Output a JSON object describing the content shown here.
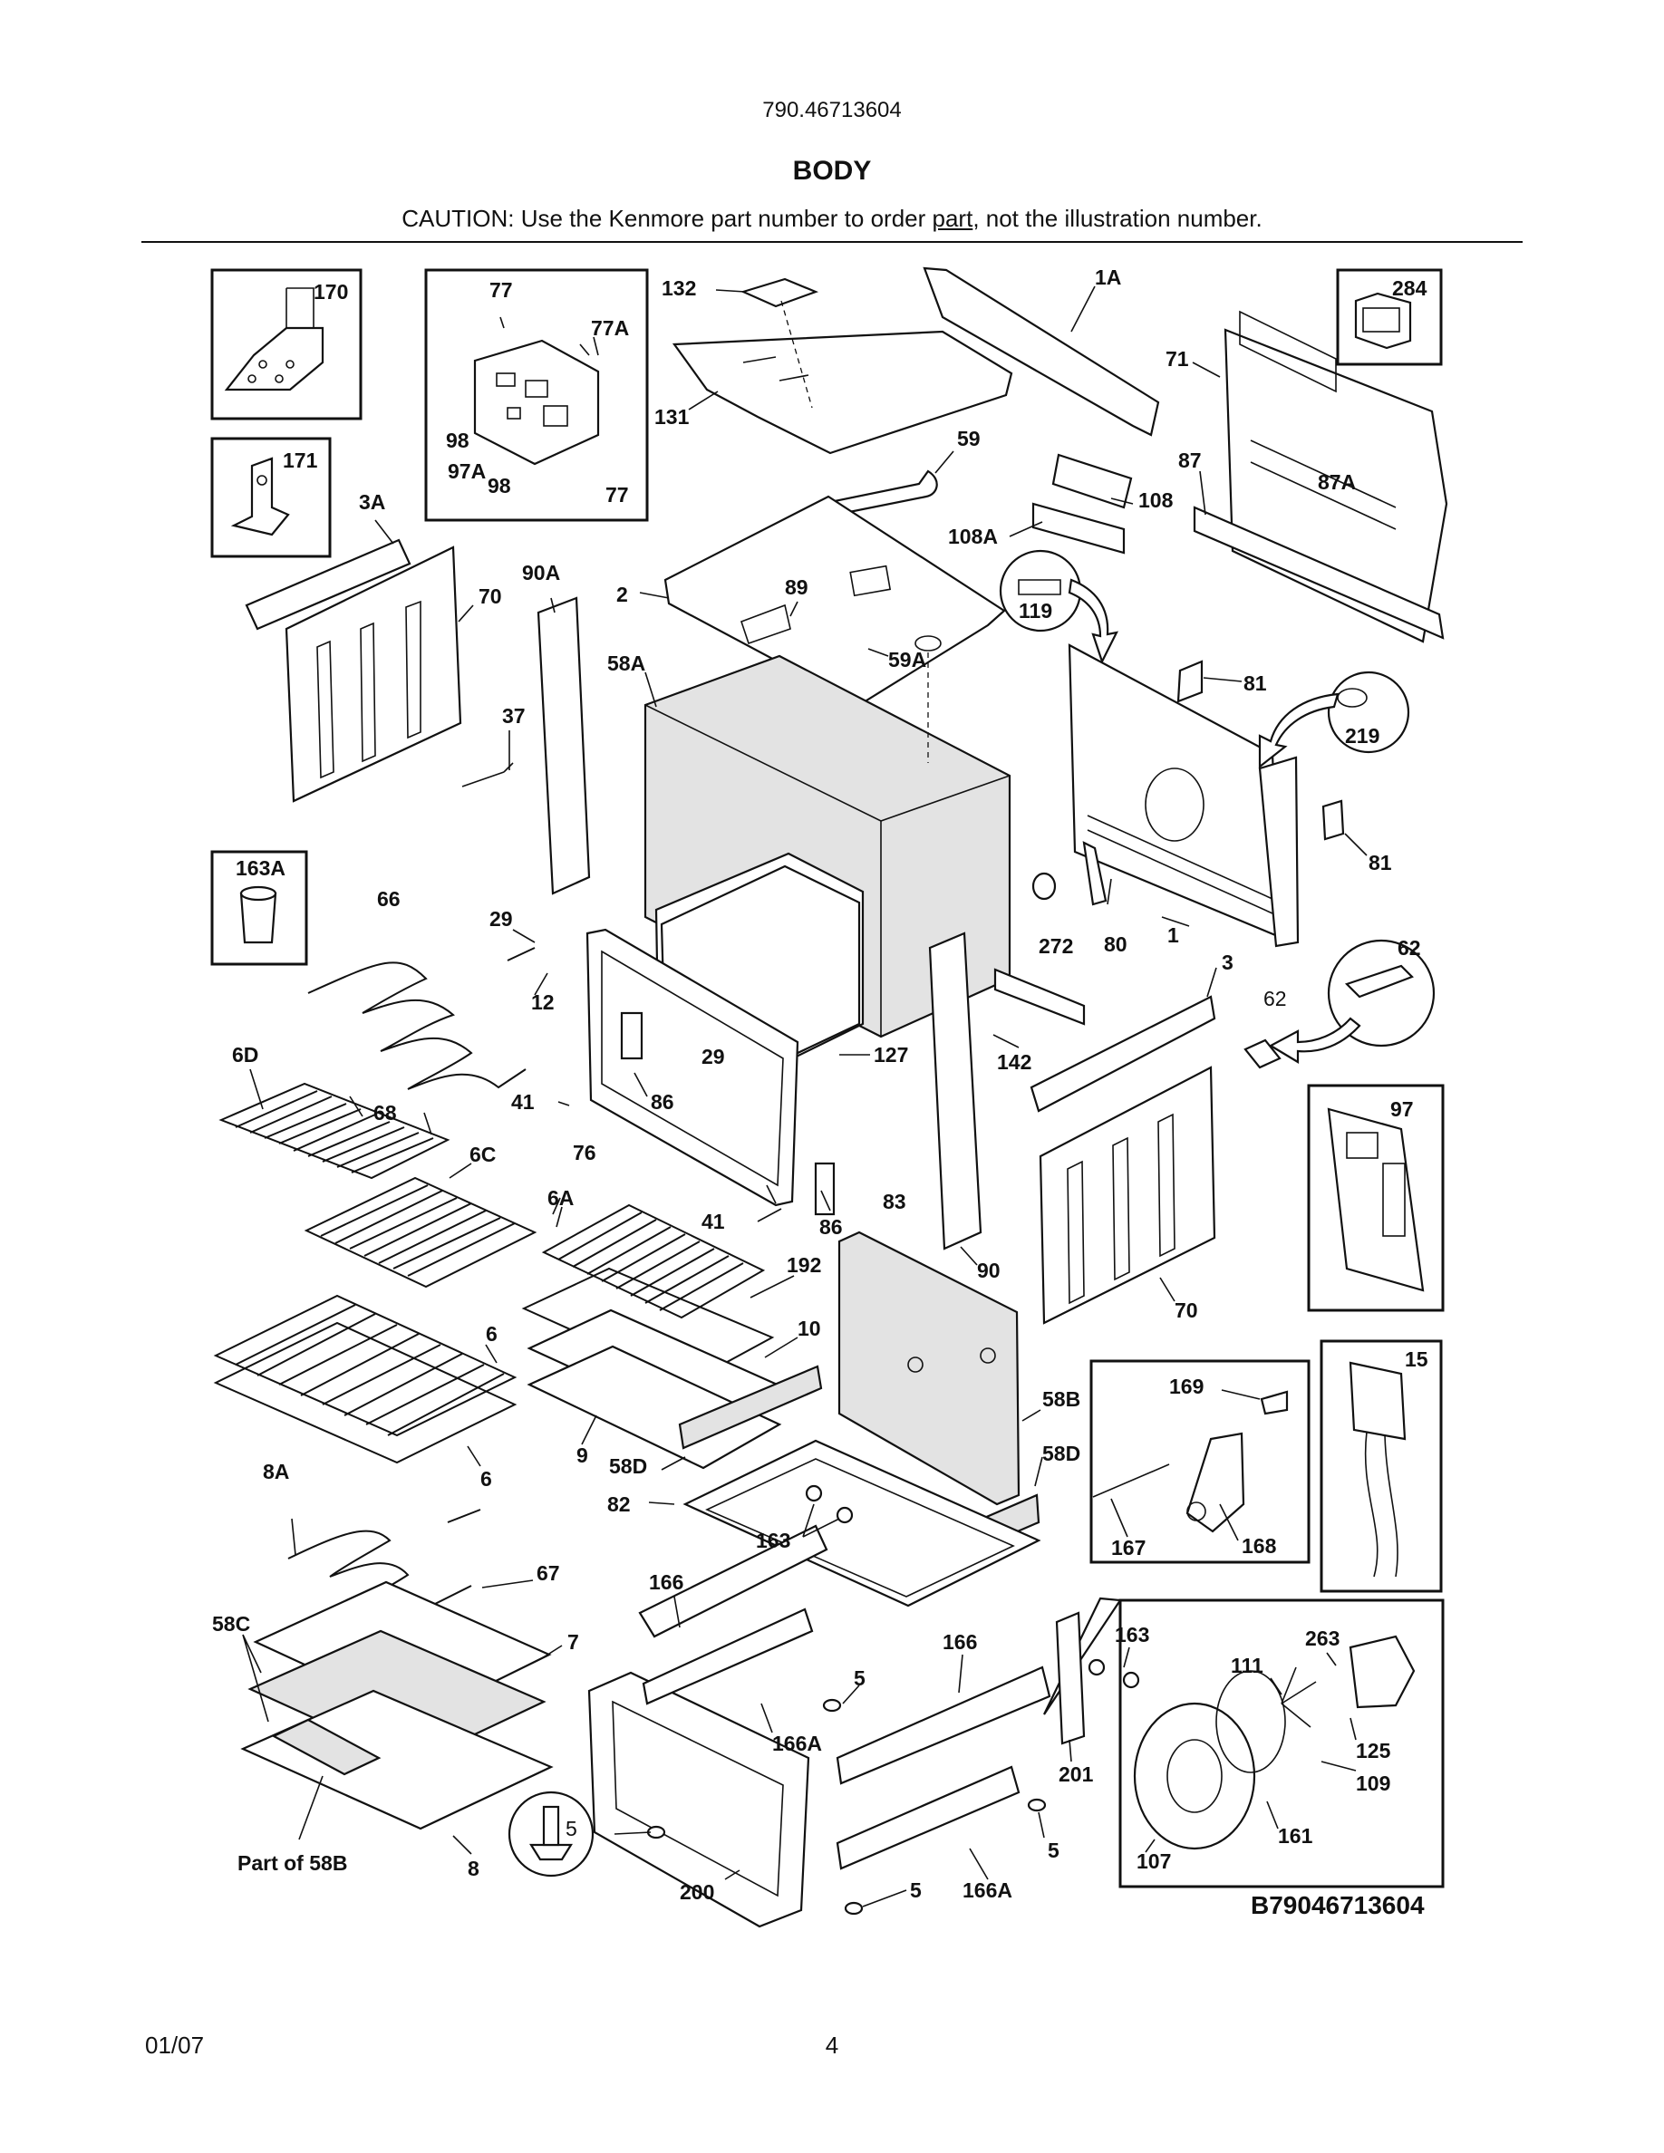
{
  "header": {
    "model_number": "790.46713604",
    "section_title": "BODY",
    "caution_prefix": "CAUTION: Use the Kenmore part number to order ",
    "caution_link": "part",
    "caution_suffix": ", not the illustration number."
  },
  "footer": {
    "date": "01/07",
    "page_number": "4"
  },
  "diagram": {
    "drawing_code": "B79046713604",
    "callouts": {
      "c170": "170",
      "c77a": "77",
      "c77A": "77A",
      "c132": "132",
      "c1A": "1A",
      "c284": "284",
      "c98a": "98",
      "c97A": "97A",
      "c98b": "98",
      "c77b": "77",
      "c131": "131",
      "c71": "71",
      "c171": "171",
      "c59": "59",
      "c87": "87",
      "c87A": "87A",
      "c108": "108",
      "c3A": "3A",
      "c108A": "108A",
      "c90A": "90A",
      "c70a": "70",
      "c2": "2",
      "c89": "89",
      "c119": "119",
      "c59A": "59A",
      "c58A": "58A",
      "c81a": "81",
      "c219": "219",
      "c37": "37",
      "c163A": "163A",
      "c66": "66",
      "c29a": "29",
      "c81b": "81",
      "c272": "272",
      "c80": "80",
      "c1": "1",
      "c62a": "62",
      "c12": "12",
      "c3": "3",
      "c62b": "62",
      "c6D": "6D",
      "c29b": "29",
      "c127": "127",
      "c142": "142",
      "c41a": "41",
      "c86a": "86",
      "c68": "68",
      "c97": "97",
      "c76": "76",
      "c6C": "6C",
      "c83": "83",
      "c6A": "6A",
      "c41b": "41",
      "c86b": "86",
      "c90": "90",
      "c192": "192",
      "c70b": "70",
      "c10": "10",
      "c6a": "6",
      "c15": "15",
      "c58B": "58B",
      "c169": "169",
      "c9": "9",
      "c58Da": "58D",
      "c58Db": "58D",
      "c6b": "6",
      "c8A": "8A",
      "c82": "82",
      "c163a": "163",
      "c167": "167",
      "c168": "168",
      "c67": "67",
      "c166a": "166",
      "c58C": "58C",
      "c7": "7",
      "c5a": "5",
      "c166b": "166",
      "c163b": "163",
      "c263": "263",
      "c111": "111",
      "c166Aa": "166A",
      "c125": "125",
      "c201": "201",
      "c109": "109",
      "c5b": "5",
      "c5c": "5",
      "c161": "161",
      "c8": "8",
      "c107": "107",
      "c200": "200",
      "c5d": "5",
      "c166Ab": "166A",
      "cPart58B": "Part of 58B"
    }
  }
}
